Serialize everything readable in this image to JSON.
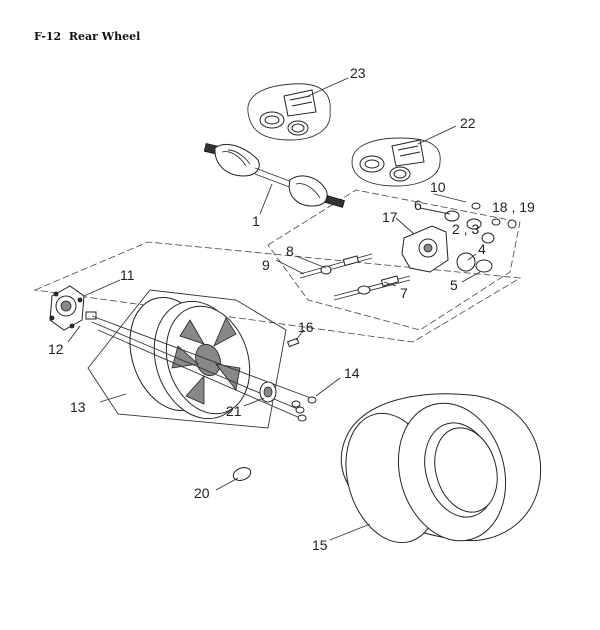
{
  "title": "F-12  Rear Wheel",
  "callouts": [
    {
      "id": "c1",
      "text": "1"
    },
    {
      "id": "c2",
      "text": "2 , 3"
    },
    {
      "id": "c4",
      "text": "4"
    },
    {
      "id": "c5",
      "text": "5"
    },
    {
      "id": "c6",
      "text": "6"
    },
    {
      "id": "c7",
      "text": "7"
    },
    {
      "id": "c8",
      "text": "8"
    },
    {
      "id": "c9",
      "text": "9"
    },
    {
      "id": "c10",
      "text": "10"
    },
    {
      "id": "c11",
      "text": "11"
    },
    {
      "id": "c12",
      "text": "12"
    },
    {
      "id": "c13",
      "text": "13"
    },
    {
      "id": "c15",
      "text": "15"
    },
    {
      "id": "c16",
      "text": "16"
    },
    {
      "id": "c17",
      "text": "17"
    },
    {
      "id": "c18",
      "text": "18 , 19"
    },
    {
      "id": "c20",
      "text": "20"
    },
    {
      "id": "c21",
      "text": "21"
    },
    {
      "id": "c22",
      "text": "22"
    },
    {
      "id": "c23",
      "text": "23"
    },
    {
      "id": "c14",
      "text": "14"
    }
  ]
}
